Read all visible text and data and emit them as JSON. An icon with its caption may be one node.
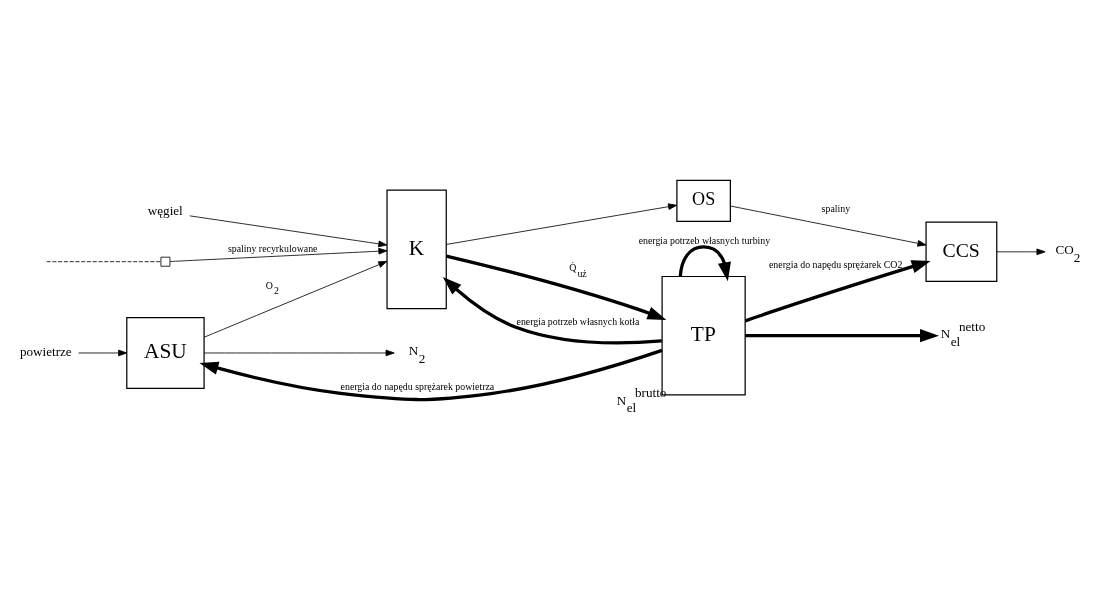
{
  "diagram": {
    "nodes": [
      {
        "text": [
          "ASU"
        ]
      },
      {
        "text": [
          "K"
        ]
      },
      {
        "text": [
          "OS"
        ]
      },
      {
        "text": [
          "CCS"
        ]
      },
      {
        "text": [
          "TP"
        ],
        "beside": [
          "N$_{el}$$^{brutto}$"
        ]
      },
      {
        "text": [
          "powietrze"
        ]
      },
      {
        "text": [
          "N$_{2}$"
        ]
      },
      {
        "text": [
          "węgiel"
        ]
      },
      {
        "text": [
          "CO$_{2}$"
        ]
      },
      {
        "text": [
          "N$_{el}$$^{netto}$"
        ]
      },
      {
        "text": [],
        "shape": "box"
      }
    ],
    "edges": [
      {
        "from": 5,
        "to": 0,
        "arrow": "to"
      },
      {
        "from": 0,
        "to": 6,
        "arrow": "to"
      },
      {
        "from": 0,
        "to": 1,
        "arrow": "to",
        "label": "O$_{2}$"
      },
      {
        "from": 7,
        "to": 1,
        "arrow": "to"
      },
      {
        "from": 1,
        "to": 2,
        "arrow": "to"
      },
      {
        "from": 2,
        "to": 3,
        "arrow": "to",
        "label": "spaliny"
      },
      {
        "from": 3,
        "to": 8,
        "arrow": "to"
      },
      {
        "from": null,
        "to": 10,
        "arrow": "none",
        "style": "dashed"
      },
      {
        "from": 10,
        "to": 1,
        "arrow": "to",
        "label": "spaliny recyrkulowane"
      },
      {
        "from": 1,
        "to": 4,
        "arrow": "to",
        "style": "thick",
        "label": "Q̇$_{uż}$"
      },
      {
        "from": 4,
        "to": 9,
        "arrow": "to",
        "style": "thick"
      },
      {
        "from": 4,
        "to": 4,
        "arrow": "to",
        "style": "thick",
        "label": "energia potrzeb własnych turbiny"
      },
      {
        "from": 4,
        "to": 3,
        "arrow": "to",
        "style": "thick",
        "label": "energia do napędu sprężarek CO2"
      },
      {
        "from": 4,
        "to": 1,
        "arrow": "to",
        "style": "thick",
        "label": "energia potrzeb własnych kotła"
      },
      {
        "from": 4,
        "to": 0,
        "arrow": "to",
        "style": "thick",
        "label": "energia do napędu sprężarek powietrza"
      }
    ]
  }
}
